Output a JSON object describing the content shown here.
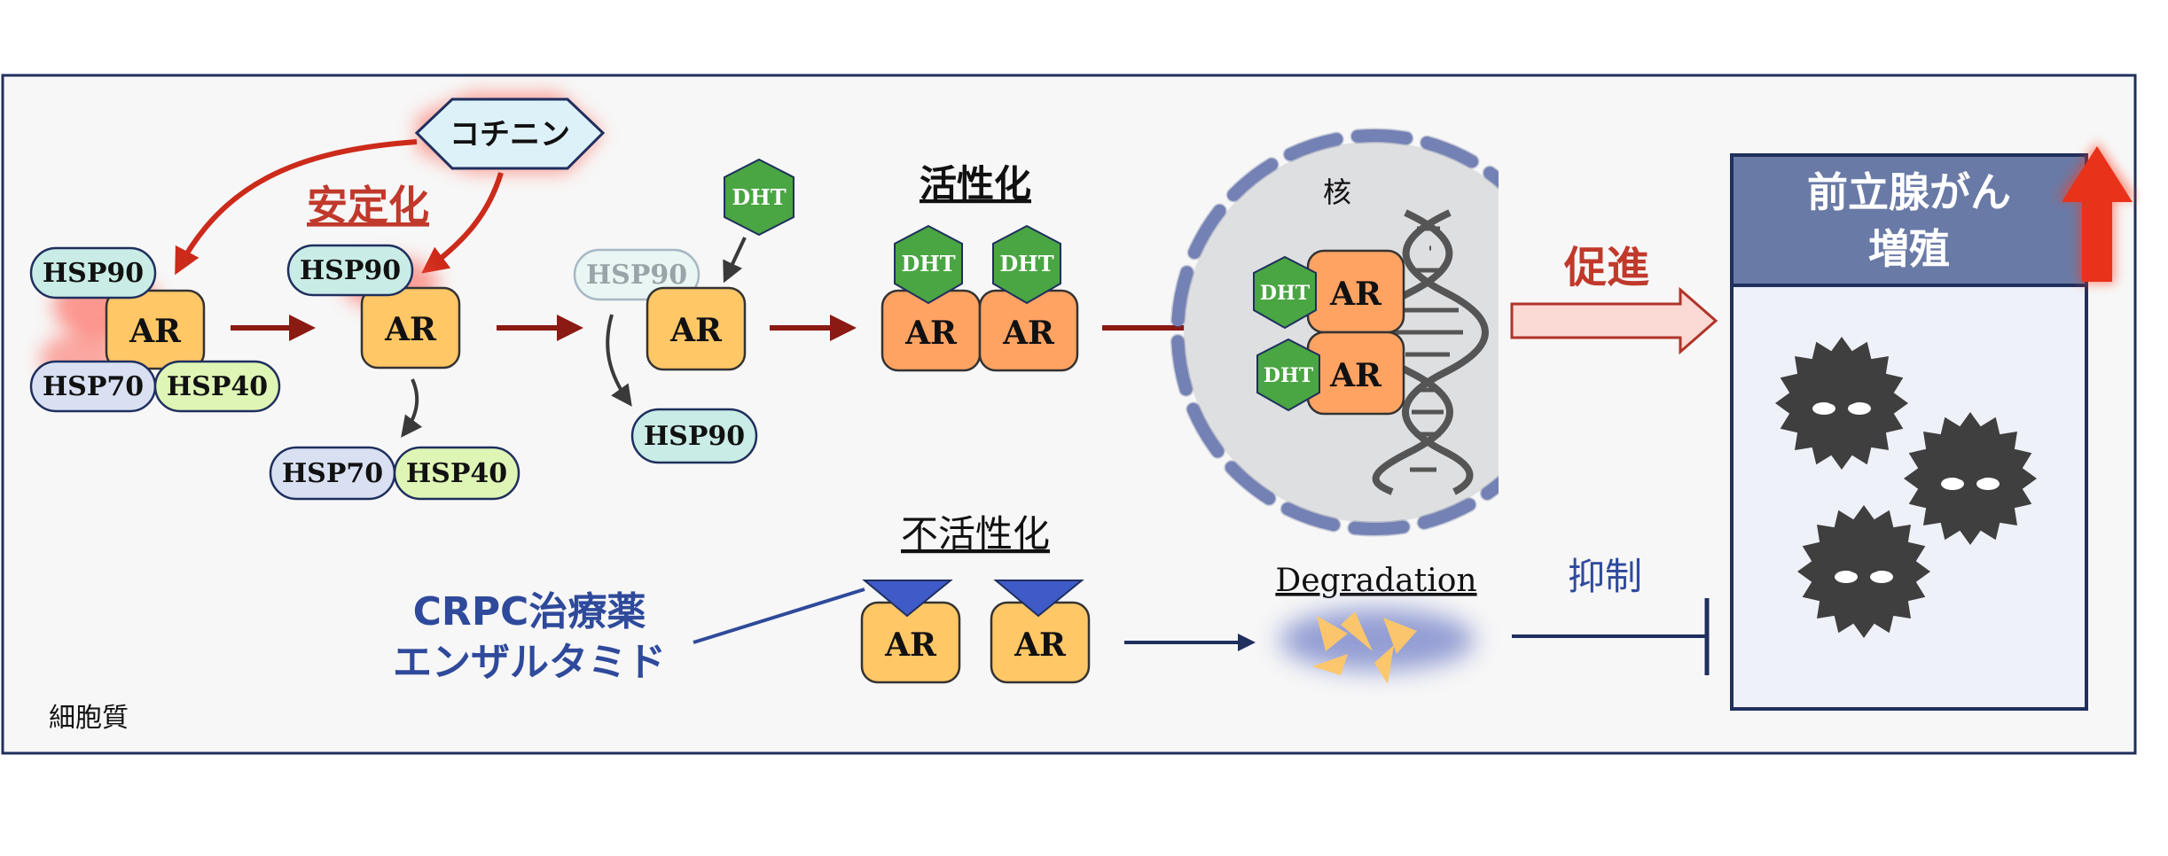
{
  "labels": {
    "cotinine": "コチニン",
    "stabilization": "安定化",
    "activation": "活性化",
    "nucleus": "核",
    "promote": "促進",
    "prostate_cancer_line1": "前立腺がん",
    "prostate_cancer_line2": "増殖",
    "inactivation": "不活性化",
    "degradation": "Degradation",
    "suppress": "抑制",
    "drug_line1": "CRPC治療薬",
    "drug_line2": "エンザルタミド",
    "cytoplasm": "細胞質"
  },
  "proteins": {
    "ar": "AR",
    "hsp90": "HSP90",
    "hsp70": "HSP70",
    "hsp40": "HSP40",
    "dht": "DHT"
  },
  "colors": {
    "frame_border": "#1f2f5e",
    "frame_fill": "#f7f7f7",
    "ar_fill": "#ffc766",
    "ar_active_fill": "#ffa363",
    "hsp90_fill": "#c9ece6",
    "hsp70_fill": "#d9e0f2",
    "hsp40_fill": "#dff5b5",
    "dht_fill": "#4aa543",
    "cotinine_fill": "#ddf1f8",
    "red_text": "#c0392b",
    "dark_red_arrow": "#8b1a12",
    "blue_text": "#2f4a9b",
    "cancer_header": "#6a7aa6",
    "cancer_body": "#eef1f8",
    "virus": "#3f3f3f",
    "up_arrow": "#e8321a"
  }
}
